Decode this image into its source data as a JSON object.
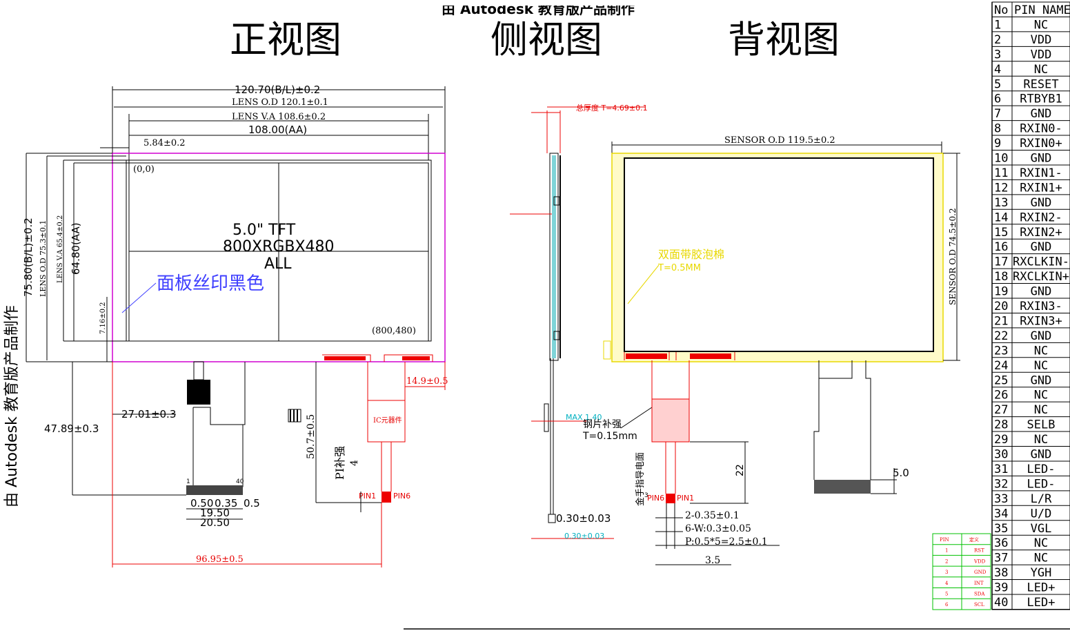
{
  "header": {
    "cut_text": "由 Autodesk 教育版产品制作",
    "side_watermark": "由 Autodesk 教育版产品制作"
  },
  "views": {
    "front": "正视图",
    "side": "侧视图",
    "back": "背视图"
  },
  "front": {
    "dim_total_w": "120.70(B/L)±0.2",
    "dim_lens_od_w": "LENS O.D 120.1±0.1",
    "dim_lens_va_w": "LENS V.A 108.6±0.2",
    "dim_aa_w": "108.00(AA)",
    "dim_offset": "5.84±0.2",
    "origin": "(0,0)",
    "corner": "(800,480)",
    "label_line1": "5.0\" TFT",
    "label_line2": "800XRGBX480",
    "label_line3": "ALL",
    "silk_note": "面板丝印黑色",
    "dim_total_h": "75.80(B/L)±0.2",
    "dim_lens_od_h": "LENS O.D 75.3±0.1",
    "dim_lens_va_h": "LENS V.A 65.4±0.2",
    "dim_aa_h": "64.80(AA)",
    "dim_offset_v": "7.16±0.2",
    "dim_27": "27.01±0.3",
    "dim_47": "47.89±0.3",
    "dim_149": "14.9±0.5",
    "dim_507": "50.7±0.5",
    "pi_note": "PI补强",
    "pi_val": "4",
    "ic_label": "IC元器件",
    "pin1": "PIN1",
    "pin6": "PIN6",
    "conn_pin1": "1",
    "conn_pin40": "40",
    "dim_050": "0.50",
    "dim_035": "0.35",
    "dim_05": "0.5",
    "dim_1950": "19.50",
    "dim_2050": "20.50",
    "dim_9695": "96.95±0.5"
  },
  "side": {
    "total_thickness": "总厚度 T=4.69±0.1",
    "max_label": "MAX 1.40",
    "steel_note1": "钢片补强",
    "steel_note2": "T=0.15mm",
    "dim_030": "0.30±0.03",
    "dim_030b": "0.30±0.03"
  },
  "back": {
    "sensor_od_w": "SENSOR O.D 119.5±0.2",
    "sensor_od_h": "SENSOR O.D 74.5±0.2",
    "foam_note1": "双面带胶泡棉",
    "foam_note2": "T=0.5MM",
    "gold_finger": "金手指导电面",
    "pin6": "PIN6",
    "pin1": "PIN1",
    "dim_22": "22",
    "dim_3": "3",
    "dim_50": "5.0",
    "spec1": "2-0.35±0.1",
    "spec2": "6-W:0.3±0.05",
    "spec3": "P:0.5*5=2.5±0.1",
    "dim_35": "3.5"
  },
  "pin_table": {
    "col_no": "No",
    "col_name": "PIN NAME",
    "rows": [
      [
        "1",
        "NC"
      ],
      [
        "2",
        "VDD"
      ],
      [
        "3",
        "VDD"
      ],
      [
        "4",
        "NC"
      ],
      [
        "5",
        "RESET"
      ],
      [
        "6",
        "RTBYB1"
      ],
      [
        "7",
        "GND"
      ],
      [
        "8",
        "RXIN0-"
      ],
      [
        "9",
        "RXIN0+"
      ],
      [
        "10",
        "GND"
      ],
      [
        "11",
        "RXIN1-"
      ],
      [
        "12",
        "RXIN1+"
      ],
      [
        "13",
        "GND"
      ],
      [
        "14",
        "RXIN2-"
      ],
      [
        "15",
        "RXIN2+"
      ],
      [
        "16",
        "GND"
      ],
      [
        "17",
        "RXCLKIN-"
      ],
      [
        "18",
        "RXCLKIN+"
      ],
      [
        "19",
        "GND"
      ],
      [
        "20",
        "RXIN3-"
      ],
      [
        "21",
        "RXIN3+"
      ],
      [
        "22",
        "GND"
      ],
      [
        "23",
        "NC"
      ],
      [
        "24",
        "NC"
      ],
      [
        "25",
        "GND"
      ],
      [
        "26",
        "NC"
      ],
      [
        "27",
        "NC"
      ],
      [
        "28",
        "SELB"
      ],
      [
        "29",
        "NC"
      ],
      [
        "30",
        "GND"
      ],
      [
        "31",
        "LED-"
      ],
      [
        "32",
        "LED-"
      ],
      [
        "33",
        "L/R"
      ],
      [
        "34",
        "U/D"
      ],
      [
        "35",
        "VGL"
      ],
      [
        "36",
        "NC"
      ],
      [
        "37",
        "NC"
      ],
      [
        "38",
        "YGH"
      ],
      [
        "39",
        "LED+"
      ],
      [
        "40",
        "LED+"
      ]
    ]
  },
  "touch_table": {
    "col_pin": "PIN",
    "col_def": "定义",
    "rows": [
      [
        "1",
        "RST"
      ],
      [
        "2",
        "VDD"
      ],
      [
        "3",
        "GND"
      ],
      [
        "4",
        "INT"
      ],
      [
        "5",
        "SDA"
      ],
      [
        "6",
        "SCL"
      ]
    ]
  }
}
